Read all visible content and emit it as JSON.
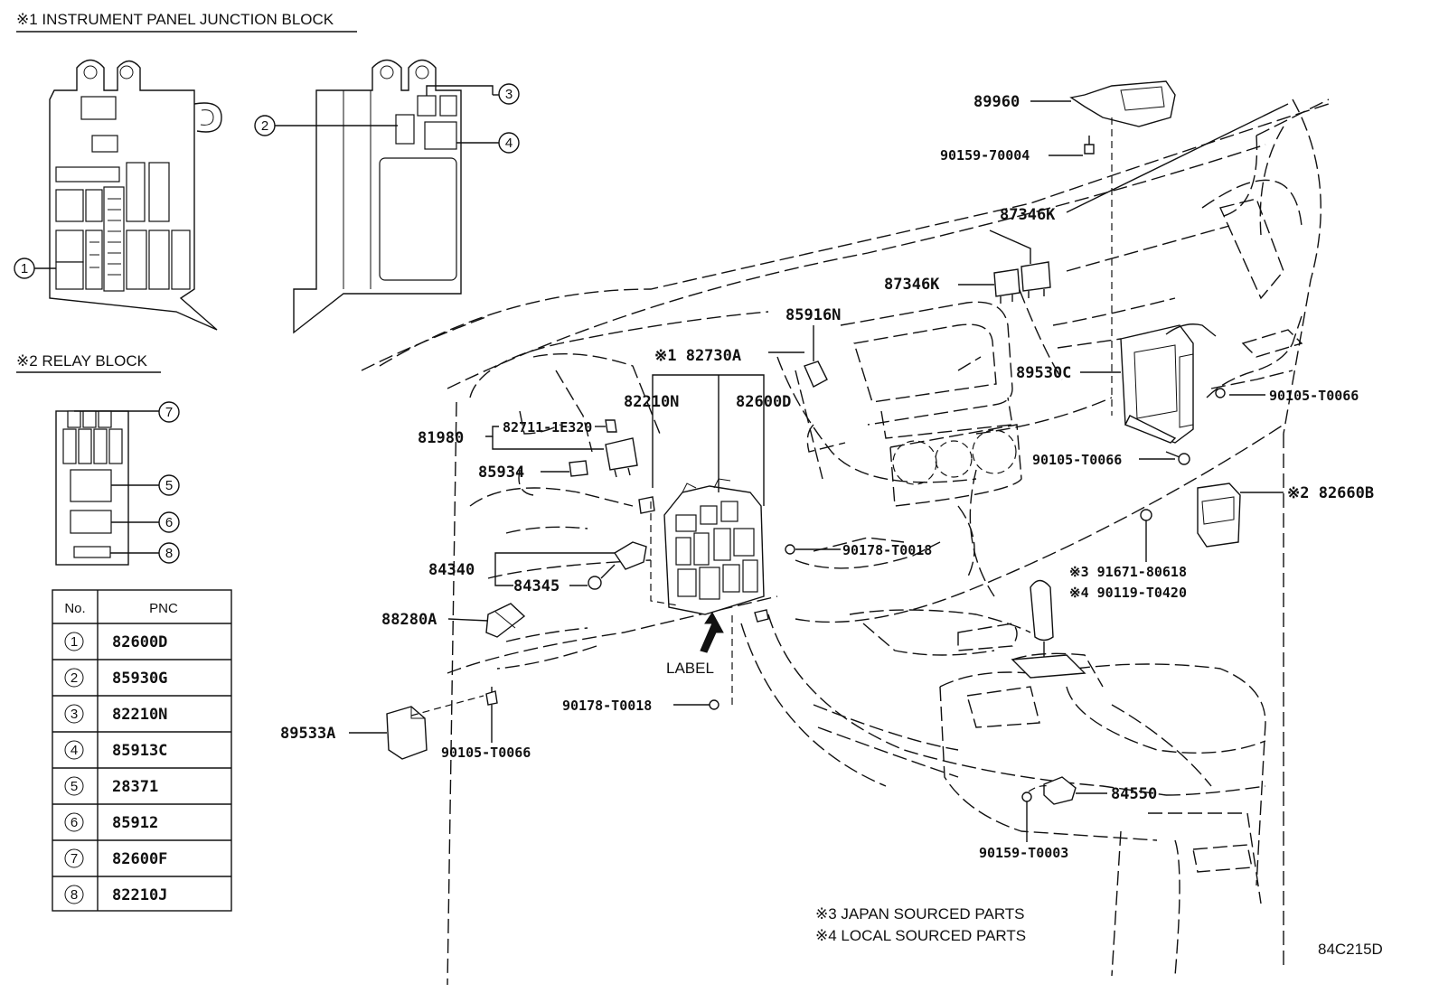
{
  "headings": {
    "junction_block": "※1 INSTRUMENT PANEL JUNCTION BLOCK",
    "relay_block": "※2 RELAY BLOCK"
  },
  "detail_callouts": [
    "1",
    "2",
    "3",
    "4",
    "5",
    "6",
    "7",
    "8"
  ],
  "pnc_table": {
    "col_no": "No.",
    "col_pnc": "PNC",
    "rows": [
      {
        "no": "1",
        "pnc": "82600D"
      },
      {
        "no": "2",
        "pnc": "85930G"
      },
      {
        "no": "3",
        "pnc": "82210N"
      },
      {
        "no": "4",
        "pnc": "85913C"
      },
      {
        "no": "5",
        "pnc": "28371"
      },
      {
        "no": "6",
        "pnc": "85912"
      },
      {
        "no": "7",
        "pnc": "82600F"
      },
      {
        "no": "8",
        "pnc": "82210J"
      }
    ]
  },
  "part_labels": {
    "p89960": "89960",
    "p90159_70004": "90159-70004",
    "p87346k_a": "87346K",
    "p87346k_b": "87346K",
    "p85916n": "85916N",
    "p82730a": "※1 82730A",
    "p89530c": "89530C",
    "p90105_t0066_a": "90105-T0066",
    "p82210n": "82210N",
    "p82600d": "82600D",
    "p81980": "81980",
    "p82711": "82711-1E320",
    "p85934": "85934",
    "p90105_t0066_b": "90105-T0066",
    "p82660b": "※2 82660B",
    "p90178_t0018_a": "90178-T0018",
    "p84340": "84340",
    "p84345": "84345",
    "p91671": "※3 91671-80618",
    "p90119": "※4 90119-T0420",
    "p88280a": "88280A",
    "label_text": "LABEL",
    "p90178_t0018_b": "90178-T0018",
    "p89533a": "89533A",
    "p90105_t0066_c": "90105-T0066",
    "p84550": "84550",
    "p90159_t0003": "90159-T0003"
  },
  "notes": {
    "japan": "※3 JAPAN SOURCED PARTS",
    "local": "※4 LOCAL SOURCED PARTS"
  },
  "figure_code": "84C215D"
}
